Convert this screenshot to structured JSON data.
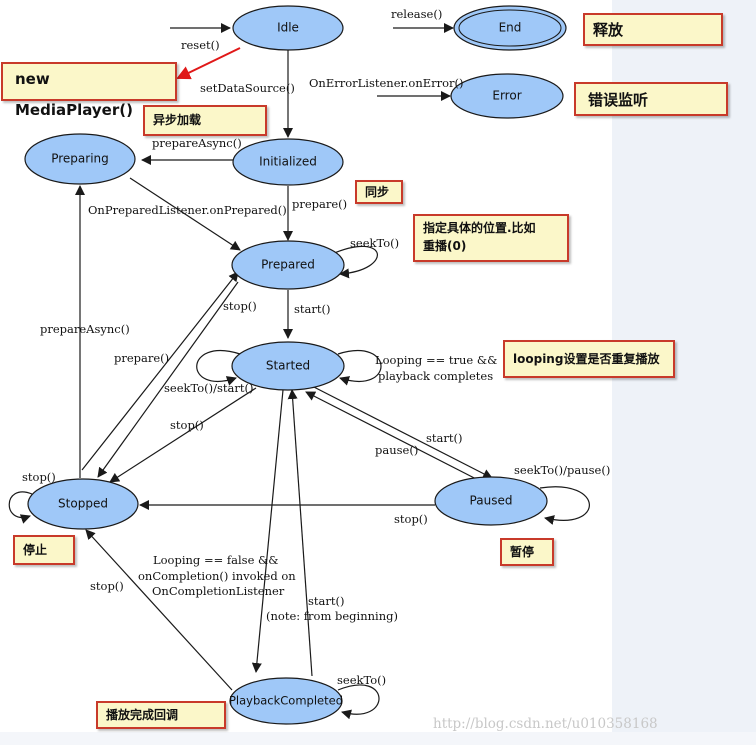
{
  "states": {
    "idle": "Idle",
    "end": "End",
    "error": "Error",
    "initialized": "Initialized",
    "preparing": "Preparing",
    "prepared": "Prepared",
    "started": "Started",
    "stopped": "Stopped",
    "paused": "Paused",
    "playback_completed": "PlaybackCompleted"
  },
  "edges": {
    "reset": "reset()",
    "release": "release()",
    "set_data_source": "setDataSource()",
    "on_error": "OnErrorListener.onError()",
    "prepare_async_top": "prepareAsync()",
    "on_prepared": "OnPreparedListener.onPrepared()",
    "prepare_sync": "prepare()",
    "seek_to_prepared": "seekTo()",
    "start_from_prepared": "start()",
    "stop_from_prepared": "stop()",
    "prepare_from_stopped": "prepare()",
    "prepare_async_left": "prepareAsync()",
    "looping_true_line1": "Looping == true &&",
    "looping_true_line2": "playback completes",
    "seek_to_start": "seekTo()/start()",
    "stop_from_started": "stop()",
    "start_from_paused": "start()",
    "pause": "pause()",
    "seek_to_pause": "seekTo()/pause()",
    "stop_self": "stop()",
    "stop_from_paused": "stop()",
    "looping_false_line1": "Looping == false &&",
    "looping_false_line2": "onCompletion() invoked on",
    "looping_false_line3": "OnCompletionListener",
    "stop_from_completed": "stop()",
    "start_from_completed": "start()",
    "from_beginning_note": "(note: from beginning)",
    "seek_to_completed": "seekTo()"
  },
  "notes": {
    "new_media_player": "new MediaPlayer()",
    "release_note": "释放",
    "error_note": "错误监听",
    "async_load": "异步加载",
    "sync": "同步",
    "seek_note_line1": "指定具体的位置.比如",
    "seek_note_line2": "重播(0)",
    "looping_note": "looping设置是否重复播放",
    "stop_note": "停止",
    "pause_note": "暂停",
    "completed_note": "播放完成回调"
  },
  "watermark": "http://blog.csdn.net/u010358168",
  "colors": {
    "node_fill": "#9fc8f8",
    "note_fill": "#fbf7c9",
    "note_border": "#c83a2a",
    "callout_arrow": "#e01818"
  }
}
